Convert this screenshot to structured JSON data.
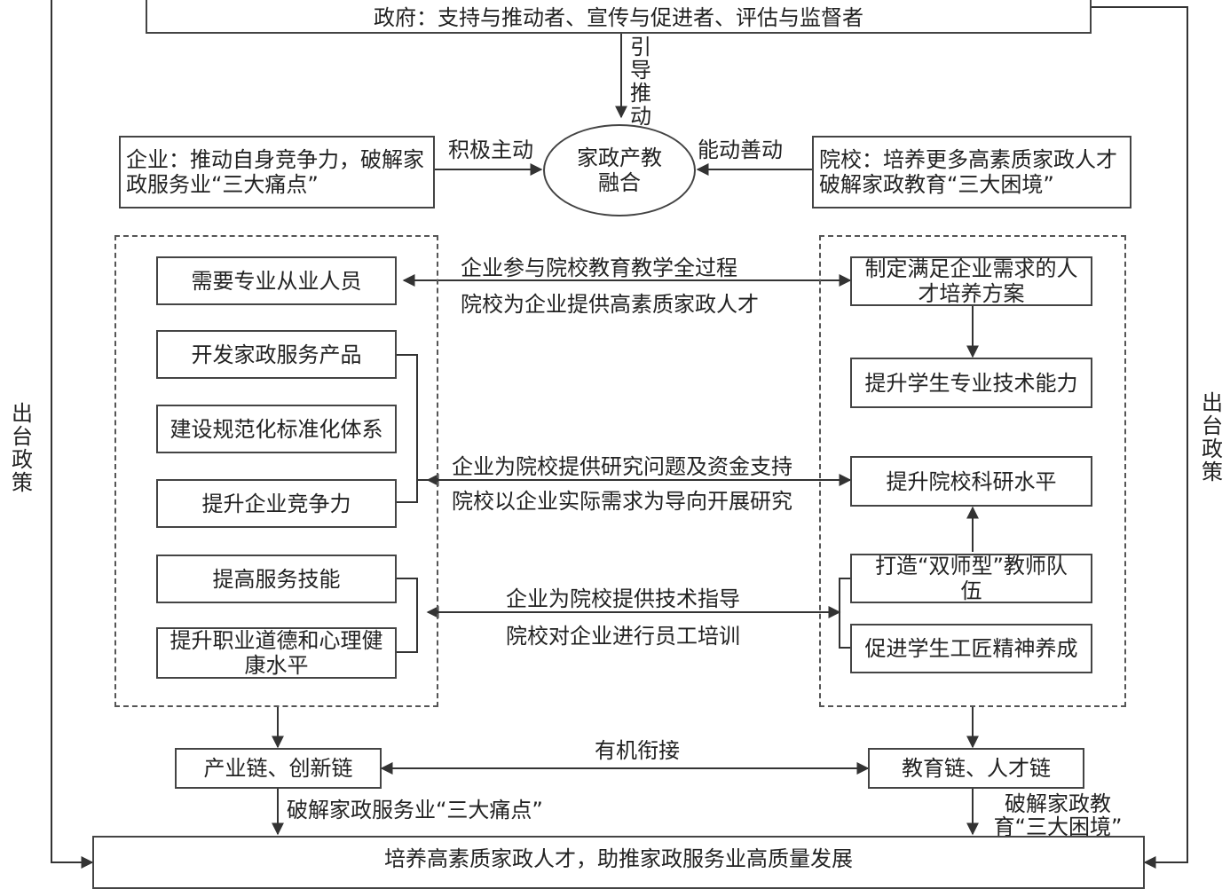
{
  "government": "政府：支持与推动者、宣传与促进者、评估与监督者",
  "guide_label": "引导推动",
  "center": "家政产教融合",
  "enterprise_box": "企业：推动自身竞争力，破解家政服务业“三大痛点”",
  "enterprise_arrow": "积极主动",
  "school_box": "院校：培养更多高素质家政人才破解家政教育“三大困境”",
  "school_arrow": "能动善动",
  "left_items": {
    "need_staff": "需要专业从业人员",
    "develop_products": "开发家政服务产品",
    "build_system": "建设规范化标准化体系",
    "competitiveness": "提升企业竞争力",
    "service_skills": "提高服务技能",
    "ethics": "提升职业道德和心理健康水平"
  },
  "right_items": {
    "training_plan": "制定满足企业需求的人才培养方案",
    "student_skills": "提升学生专业技术能力",
    "research_level": "提升院校科研水平",
    "dual_teachers": "打造“双师型”教师队伍",
    "craftsman": "促进学生工匠精神养成"
  },
  "middle_links": {
    "row1_top": "企业参与院校教育教学全过程",
    "row1_bottom": "院校为企业提供高素质家政人才",
    "row2_top": "企业为院校提供研究问题及资金支持",
    "row2_bottom": "院校以企业实际需求为导向开展研究",
    "row3_top": "企业为院校提供技术指导",
    "row3_bottom": "院校对企业进行员工培训"
  },
  "industry_chain": "产业链、创新链",
  "education_chain": "教育链、人才链",
  "organic_link": "有机衔接",
  "left_bottom_label": "破解家政服务业“三大痛点”",
  "right_bottom_label": "破解家政教育“三大困境”",
  "goal": "培养高素质家政人才，助推家政服务业高质量发展",
  "policy_left": "出台政策",
  "policy_right": "出台政策"
}
